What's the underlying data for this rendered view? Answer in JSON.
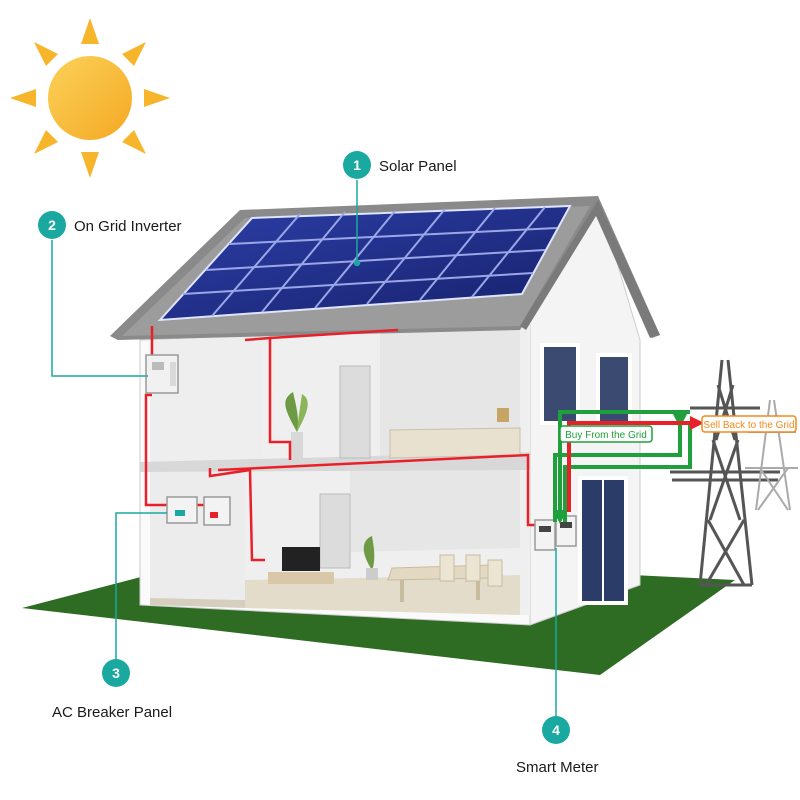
{
  "colors": {
    "teal": "#1aa9a0",
    "wire_red": "#e8202a",
    "flow_green": "#1fa03c",
    "sun_yellow": "#f7b52c",
    "ground_green": "#2e6b23",
    "panel_blue": "#1c2c86",
    "sell_orange": "#f08a1c"
  },
  "callouts": [
    {
      "number": "1",
      "label": "Solar Panel"
    },
    {
      "number": "2",
      "label": "On Grid Inverter"
    },
    {
      "number": "3",
      "label": "AC Breaker Panel"
    },
    {
      "number": "4",
      "label": "Smart Meter"
    }
  ],
  "flows": {
    "buy": "Buy From the Grid",
    "sell": "Sell Back to the Grid"
  },
  "icons": [
    "sun-icon",
    "solar-panel-icon",
    "inverter-icon",
    "breaker-panel-icon",
    "smart-meter-icon",
    "transmission-tower-icon"
  ]
}
